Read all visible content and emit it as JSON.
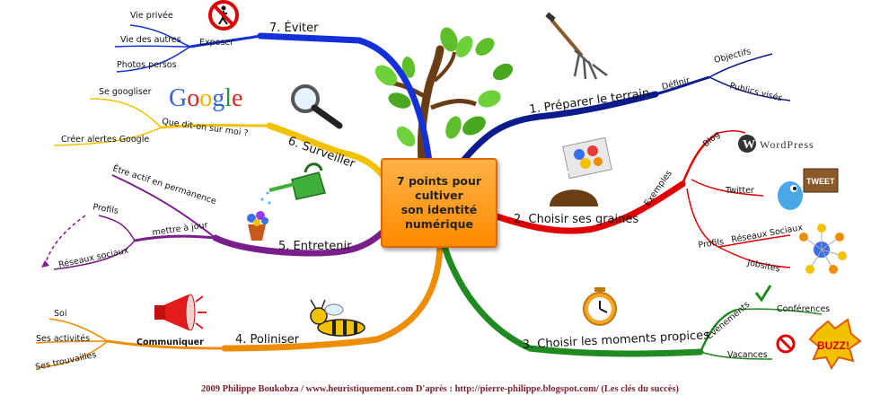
{
  "center": {
    "title": "7 points pour\ncultiver\nson identité\nnumérique"
  },
  "branches": {
    "b1": {
      "label": "1. Préparer le terrain",
      "sub": "Définir",
      "leaves": [
        "Objectifs",
        "Publics visés"
      ]
    },
    "b2": {
      "label": "2. Choisir ses graines",
      "sub": "Exemples",
      "leaves": [
        "Blog",
        "Twitter",
        "Profils",
        "Réseaux Sociaux",
        "Jobsites"
      ]
    },
    "b3": {
      "label": "3. Choisir les moments propices",
      "sub": "Évènements",
      "leaves": [
        "Conférences",
        "Vacances"
      ]
    },
    "b4": {
      "label": "4. Poliniser",
      "sub": "Communiquer",
      "leaves": [
        "Soi",
        "Ses activités",
        "Ses trouvailles"
      ]
    },
    "b5": {
      "label": "5. Entretenir",
      "sub": "mettre à jour",
      "sub2": "Être actif en permanence",
      "leaves": [
        "Profils",
        "Réseaux sociaux"
      ]
    },
    "b6": {
      "label": "6. Surveiller",
      "sub": "Que dit-on sur moi ?",
      "leaves": [
        "Se googliser",
        "Créer alertes Google"
      ]
    },
    "b7": {
      "label": "7. Éviter",
      "sub": "Exposer",
      "leaves": [
        "Vie privée",
        "Vie des autres",
        "Photos persos"
      ]
    }
  },
  "logos": {
    "google": "Google",
    "wordpress": "WordPress",
    "tweet": "TWEET",
    "buzz": "BUZZ!"
  },
  "icons": [
    "tree-icon",
    "no-pedestrian-icon",
    "magnifier-icon",
    "watering-can-icon",
    "flowerpot-icon",
    "pitchfork-icon",
    "seed-packet-icon",
    "clock-icon",
    "megaphone-icon",
    "bee-icon",
    "checkmark-icon",
    "forbidden-icon",
    "twitter-bird-icon",
    "network-icon"
  ],
  "colors": {
    "b1": "#0b1a8c",
    "b2": "#e00000",
    "b3": "#1f8a1f",
    "b4": "#f08c00",
    "b5": "#7a1e8c",
    "b6": "#f2c200",
    "b7": "#1430d8",
    "center": "#ff8a00"
  },
  "footer": "2009 Philippe Boukobza  /  www.heuristiquement.com      D'après : http://pierre-philippe.blogspot.com/ (Les clés du succès)"
}
